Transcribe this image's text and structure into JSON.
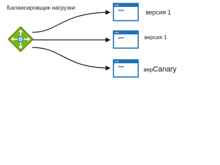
{
  "diagram": {
    "load_balancer": {
      "label": "Балансировщик нагрузки",
      "icon": "load-balancer-icon",
      "colors": {
        "body": "#7ab51d",
        "body_dark": "#5c8a12",
        "node": "#a7d3f5",
        "accent": "#1d6fb8"
      }
    },
    "targets": [
      {
        "label": "версия 1",
        "icon": "browser-window-icon"
      },
      {
        "label": "версия 1",
        "icon": "browser-window-icon"
      },
      {
        "label_prefix": "вер",
        "label_suffix": "Canary",
        "icon": "browser-window-icon"
      }
    ],
    "colors": {
      "window_border": "#1d6fb8",
      "window_bar": "#1d6fb8",
      "window_fill": "#ffffff",
      "connector": "#1a1a1a"
    }
  }
}
